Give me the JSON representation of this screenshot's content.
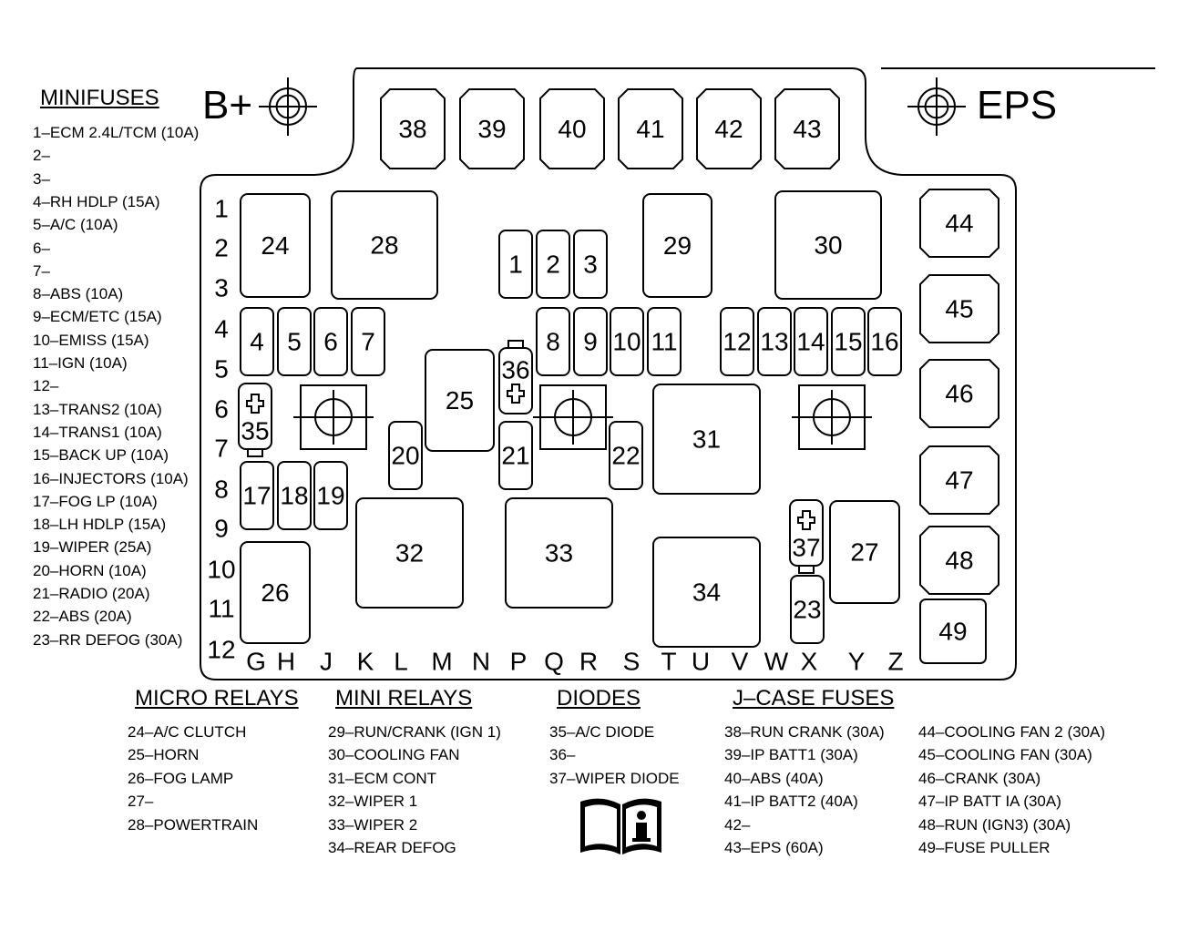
{
  "box_labels": {
    "b_plus": "B+",
    "eps": "EPS"
  },
  "sections": {
    "minifuses": {
      "title": "MINIFUSES",
      "items": [
        "1–ECM 2.4L/TCM (10A)",
        "2–",
        "3–",
        "4–RH HDLP (15A)",
        "5–A/C (10A)",
        "6–",
        "7–",
        "8–ABS (10A)",
        "9–ECM/ETC (15A)",
        "10–EMISS (15A)",
        "11–IGN (10A)",
        "12–",
        "13–TRANS2 (10A)",
        "14–TRANS1 (10A)",
        "15–BACK UP (10A)",
        "16–INJECTORS (10A)",
        "17–FOG LP (10A)",
        "18–LH HDLP (15A)",
        "19–WIPER (25A)",
        "20–HORN (10A)",
        "21–RADIO (20A)",
        "22–ABS (20A)",
        "23–RR DEFOG (30A)"
      ]
    },
    "micro_relays": {
      "title": "MICRO RELAYS",
      "items": [
        "24–A/C CLUTCH",
        "25–HORN",
        "26–FOG LAMP",
        "27–",
        "28–POWERTRAIN"
      ]
    },
    "mini_relays": {
      "title": "MINI RELAYS",
      "items": [
        "29–RUN/CRANK (IGN 1)",
        "30–COOLING FAN",
        "31–ECM CONT",
        "32–WIPER 1",
        "33–WIPER 2",
        "34–REAR DEFOG"
      ]
    },
    "diodes": {
      "title": "DIODES",
      "items": [
        "35–A/C DIODE",
        "36–",
        "37–WIPER DIODE"
      ]
    },
    "jcase_fuses": {
      "title": "J–CASE FUSES",
      "items": [
        "38–RUN CRANK (30A)",
        "39–IP BATT1 (30A)",
        "40–ABS (40A)",
        "41–IP BATT2 (40A)",
        "42–",
        "43–EPS (60A)"
      ],
      "items2": [
        "44–COOLING FAN 2 (30A)",
        "45–COOLING FAN (30A)",
        "46–CRANK (30A)",
        "47–IP BATT IA (30A)",
        "48–RUN (IGN3) (30A)",
        "49–FUSE PULLER"
      ]
    }
  },
  "row_labels": [
    "1",
    "2",
    "3",
    "4",
    "5",
    "6",
    "7",
    "8",
    "9",
    "10",
    "11",
    "12"
  ],
  "col_labels": [
    "G",
    "H",
    "J",
    "K",
    "L",
    "M",
    "N",
    "P",
    "Q",
    "R",
    "S",
    "T",
    "U",
    "V",
    "W",
    "X",
    "Y",
    "Z"
  ],
  "diagram": {
    "jcase": [
      "38",
      "39",
      "40",
      "41",
      "42",
      "43"
    ],
    "jcase_right": [
      "44",
      "45",
      "46",
      "47",
      "48",
      "49"
    ],
    "relays": [
      "24",
      "28",
      "29",
      "30",
      "25",
      "31",
      "32",
      "33",
      "34",
      "26",
      "27"
    ],
    "minifuses": [
      "1",
      "2",
      "3",
      "4",
      "5",
      "6",
      "7",
      "8",
      "9",
      "10",
      "11",
      "12",
      "13",
      "14",
      "15",
      "16",
      "17",
      "18",
      "19",
      "20",
      "21",
      "22",
      "23"
    ],
    "diodes": [
      "35",
      "36",
      "37"
    ]
  },
  "info_icon": "manual-info-icon"
}
